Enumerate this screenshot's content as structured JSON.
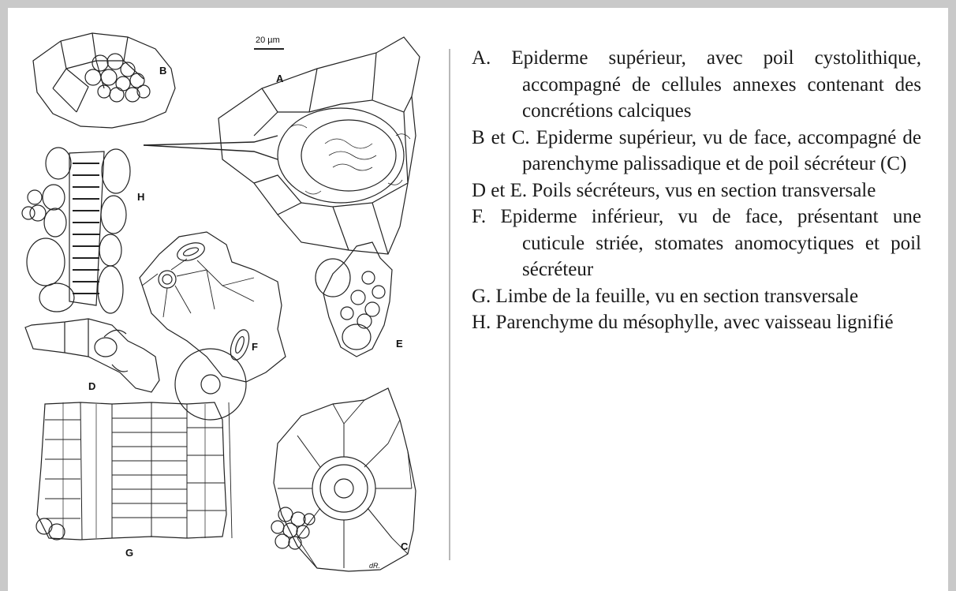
{
  "figure": {
    "scale_bar": "20 µm",
    "panel_labels": {
      "A": "A",
      "B": "B",
      "C": "C",
      "D": "D",
      "E": "E",
      "F": "F",
      "G": "G",
      "H": "H"
    },
    "signature": "dR."
  },
  "legend": {
    "items": [
      {
        "text": "A.  Epiderme supérieur, avec poil cystolithique, accompagné de cellules annexes contenant des concrétions calciques"
      },
      {
        "text": "B et C. Epiderme supérieur, vu de face, accompagné de parenchyme palissadique et de poil sécréteur (C)"
      },
      {
        "text": "D et E. Poils sécréteurs, vus en section transversale"
      },
      {
        "text": "F. Epiderme inférieur, vu de face, présentant une cuticule striée, stomates anomocytiques et poil sécréteur"
      },
      {
        "text": "G. Limbe de la feuille, vu en section transversale"
      },
      {
        "text": "H. Parenchyme du mésophylle, avec vaisseau lignifié"
      }
    ]
  }
}
